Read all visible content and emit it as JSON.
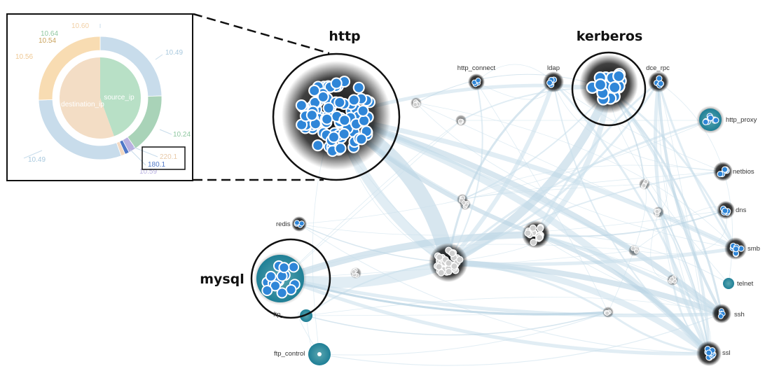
{
  "colors": {
    "edge": "#c9dfeb",
    "edge_dark": "#b7d2e2",
    "node_blue": "#2f86d8",
    "node_teal": "#2a95b0",
    "node_gray": "#cfcfcf",
    "donut_blue": "#c8dceb",
    "donut_orange": "#f8dcb2",
    "donut_green": "#a9d3b8",
    "inner_green": "#b8e0c6",
    "inner_orange": "#f3ddc5"
  },
  "clusters": {
    "http": "http",
    "kerberos": "kerberos",
    "mysql": "mysql"
  },
  "labels": {
    "http_connect": "http_connect",
    "ldap": "ldap",
    "dce_rpc": "dce_rpc",
    "http_proxy": "http_proxy",
    "netbios": "netbios",
    "dns": "dns",
    "smb": "smb",
    "telnet": "telnet",
    "ssh": "ssh",
    "ssl": "ssl",
    "redis": "redis",
    "ftp": "ftp_",
    "ftp_control": "ftp_control"
  },
  "donut": {
    "inner": [
      "source_ip",
      "destination_ip"
    ],
    "outer_labels": [
      "10.60",
      "10.64",
      "10.54",
      "10.56",
      "10.49",
      "10.24",
      "220.1",
      "180.1",
      "10.59",
      "10.49"
    ]
  }
}
